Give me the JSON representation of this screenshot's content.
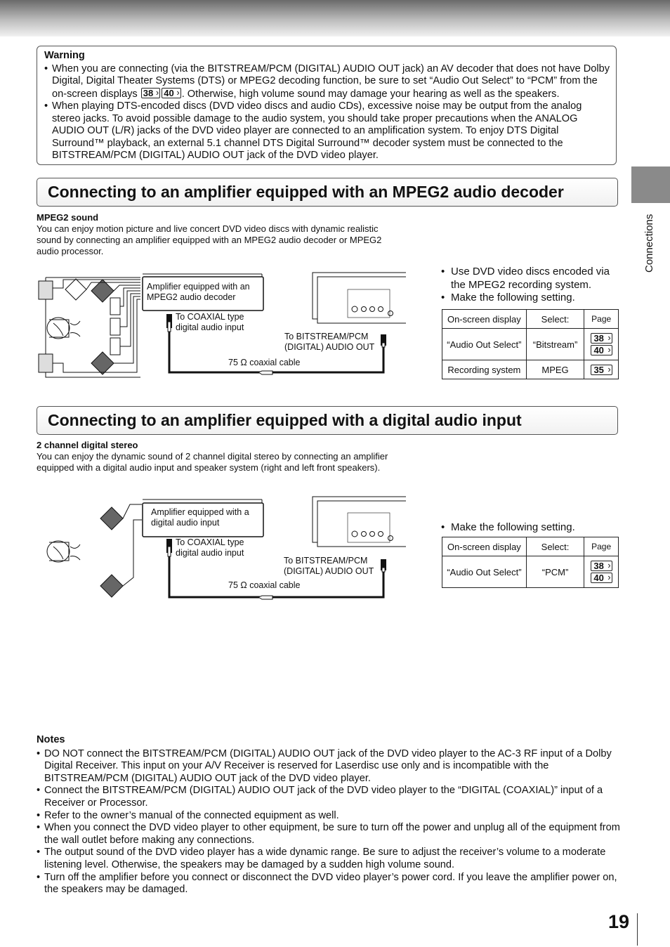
{
  "warning": {
    "title": "Warning",
    "items": [
      {
        "before": "When you are connecting (via the BITSTREAM/PCM (DIGITAL) AUDIO OUT jack) an AV decoder that does not have Dolby Digital, Digital Theater Systems (DTS) or MPEG2 decoding function, be sure to set “Audio Out Select” to “PCM” from the on-screen displays",
        "page1": "38",
        "page2": "40",
        "after": ". Otherwise, high volume sound may damage your hearing as well as the speakers."
      },
      {
        "before": "When playing DTS-encoded discs (DVD video discs and audio CDs), excessive noise may be output from the analog stereo jacks.  To avoid possible damage to the audio system, you should take proper precautions when the ANALOG AUDIO OUT (L/R) jacks of the DVD video player are connected to an amplification system.  To enjoy DTS Digital Surround™ playback, an external 5.1 channel DTS Digital Surround™ decoder system must be connected to the BITSTREAM/PCM (DIGITAL) AUDIO OUT jack of the DVD video player."
      }
    ]
  },
  "side_tab": "Connections",
  "section1": {
    "heading": "Connecting to an amplifier equipped with an MPEG2 audio decoder",
    "subheading": "MPEG2 sound",
    "text": "You can enjoy motion picture and live concert DVD video discs with dynamic realistic sound by connecting an amplifier equipped with an MPEG2 audio decoder or MPEG2 audio processor.",
    "bullets": [
      "Use DVD video discs encoded via the MPEG2 recording system.",
      "Make the following setting."
    ],
    "diagram": {
      "amp_label": "Amplifier equipped with an MPEG2 audio decoder",
      "coaxial_label": "To COAXIAL type digital audio input",
      "out_label": "To BITSTREAM/PCM (DIGITAL) AUDIO OUT",
      "cable_label": "75 Ω coaxial cable"
    },
    "table": {
      "header": [
        "On-screen display",
        "Select:",
        "Page"
      ],
      "rows": [
        {
          "display": "“Audio Out Select”",
          "select": "“Bitstream”",
          "pages": [
            "38",
            "40"
          ]
        },
        {
          "display": "Recording system",
          "select": "MPEG",
          "pages": [
            "35"
          ]
        }
      ]
    }
  },
  "section2": {
    "heading": "Connecting to an amplifier equipped with a digital audio input",
    "subheading": "2 channel digital stereo",
    "text": "You can enjoy the dynamic sound of 2 channel digital stereo by connecting an amplifier equipped with a digital audio input and speaker system (right and left front speakers).",
    "bullets": [
      "Make the following setting."
    ],
    "diagram": {
      "amp_label": "Amplifier equipped with a digital audio input",
      "coaxial_label": "To COAXIAL type digital audio input",
      "out_label": "To BITSTREAM/PCM (DIGITAL) AUDIO OUT",
      "cable_label": "75 Ω coaxial cable"
    },
    "table": {
      "header": [
        "On-screen display",
        "Select:",
        "Page"
      ],
      "rows": [
        {
          "display": "“Audio Out Select”",
          "select": "“PCM”",
          "pages": [
            "38",
            "40"
          ]
        }
      ]
    }
  },
  "notes": {
    "title": "Notes",
    "items": [
      "DO NOT connect the BITSTREAM/PCM (DIGITAL) AUDIO OUT jack of the DVD video player to the AC-3 RF input of a Dolby Digital Receiver.  This input on your A/V Receiver is reserved for Laserdisc use only and is incompatible with the BITSTREAM/PCM (DIGITAL) AUDIO OUT jack of the DVD video player.",
      "Connect the BITSTREAM/PCM (DIGITAL) AUDIO OUT jack of the DVD video player to the “DIGITAL (COAXIAL)” input of a Receiver or Processor.",
      "Refer to the owner’s manual of the connected equipment as well.",
      "When you connect the DVD video player to other equipment, be sure to turn off the power and unplug all of the equipment from the wall outlet before making any connections.",
      "The output sound of the DVD video player has a wide dynamic range. Be sure to adjust the receiver’s volume to a moderate listening level. Otherwise, the speakers may be damaged by a sudden high volume sound.",
      "Turn off the amplifier before you connect or disconnect the DVD video player’s power cord. If you leave the amplifier power on, the speakers may be damaged."
    ]
  },
  "page_number": "19"
}
